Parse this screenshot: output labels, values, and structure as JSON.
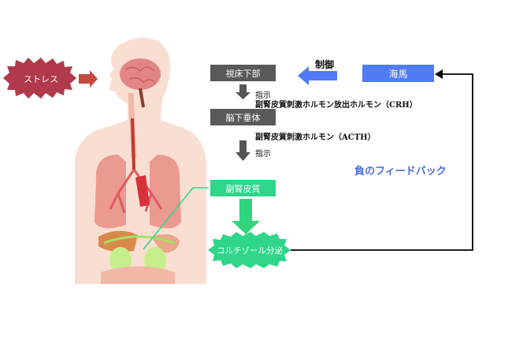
{
  "stress": "ストレス",
  "hypothalamus": "視床下部",
  "instruction_1": "指示",
  "crh": "副腎皮質刺激ホルモン放出ホルモン（CRH）",
  "pituitary": "脳下垂体",
  "acth": "副腎皮質刺激ホルモン（ACTH）",
  "instruction_2": "指示",
  "adrenal_cortex": "副腎皮質",
  "cortisol": "コルチゾール分泌",
  "control": "制御",
  "hippocampus": "海馬",
  "negative_feedback": "負のフィードバック",
  "colors": {
    "dark_box": "#595959",
    "green": "#2fd68a",
    "blue": "#4f7cf5",
    "stress_star": "#b03a4c",
    "skin": "#f9dfd2"
  }
}
